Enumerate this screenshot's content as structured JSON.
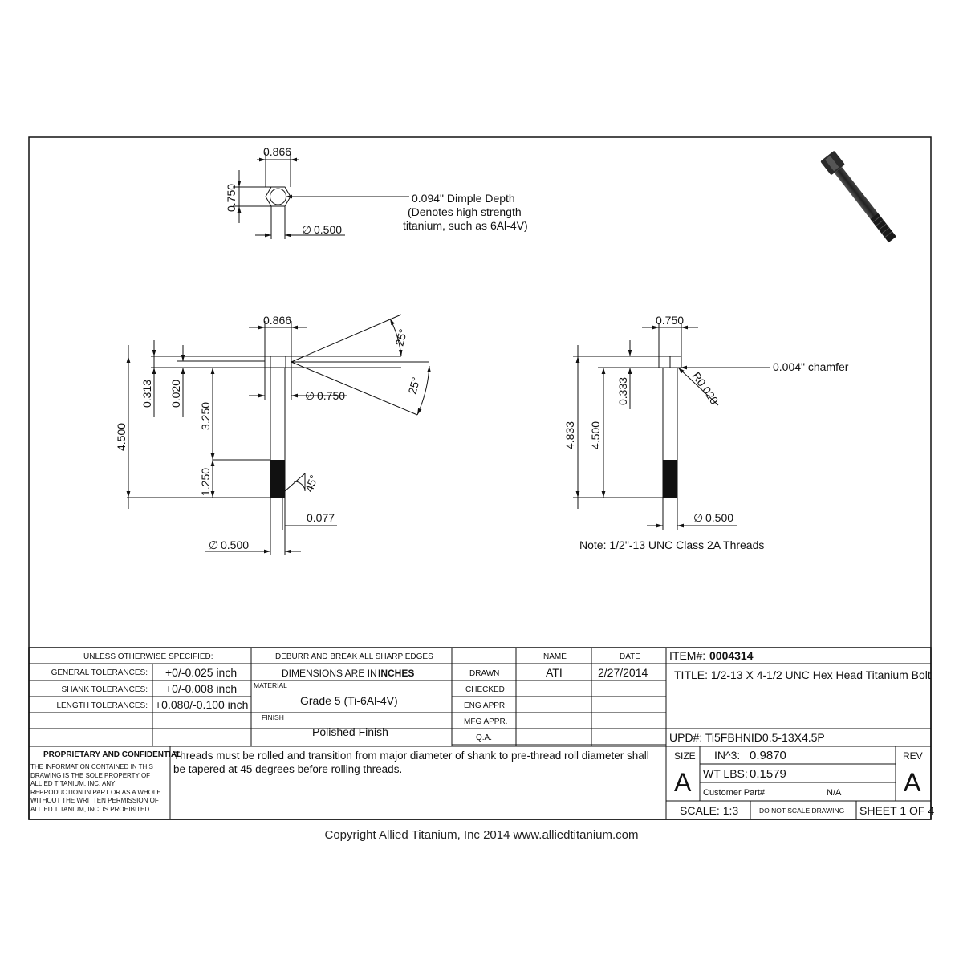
{
  "top_view": {
    "width_label": "0.866",
    "height_label": "0.750",
    "dia_label": "0.500",
    "note_line1": "0.094\" Dimple Depth",
    "note_line2": "(Denotes high strength",
    "note_line3": "titanium, such as 6Al-4V)"
  },
  "front_view": {
    "head_width": "0.866",
    "angle_top": "25°",
    "angle_bottom": "25°",
    "shank_dia": "0.750",
    "overall_length": "4.500",
    "head_height": "0.313",
    "offset": "0.020",
    "shank_length": "3.250",
    "thread_length": "1.250",
    "chamfer_angle": "45°",
    "chamfer_len": "0.077",
    "thread_dia": "0.500"
  },
  "side_view": {
    "head_width": "0.750",
    "chamfer_note": "0.004\" chamfer",
    "radius": "R0.020",
    "total_length": "4.833",
    "length": "4.500",
    "head_height": "0.333",
    "thread_dia": "0.500",
    "thread_note": "Note: 1/2\"-13 UNC Class 2A Threads"
  },
  "dia_symbol": "∅",
  "title_block": {
    "unless_specified": "UNLESS OTHERWISE SPECIFIED:",
    "deburr": "DEBURR AND BREAK ALL SHARP EDGES",
    "name_header": "NAME",
    "date_header": "DATE",
    "item_label": "ITEM#:",
    "item_value": "0004314",
    "general_tol_label": "GENERAL TOLERANCES:",
    "general_tol_value": "+0/-0.025 inch",
    "shank_tol_label": "SHANK TOLERANCES:",
    "shank_tol_value": "+0/-0.008 inch",
    "length_tol_label": "LENGTH TOLERANCES:",
    "length_tol_value": "+0.080/-0.100 inch",
    "dimensions_note_prefix": "DIMENSIONS ARE IN",
    "dimensions_note_unit": "INCHES",
    "material_label": "MATERIAL",
    "material_value": "Grade 5 (Ti-6Al-4V)",
    "finish_label": "FINISH",
    "finish_value": "Polished Finish",
    "drawn_label": "DRAWN",
    "drawn_name": "ATI",
    "drawn_date": "2/27/2014",
    "checked_label": "CHECKED",
    "eng_label": "ENG APPR.",
    "mfg_label": "MFG APPR.",
    "qa_label": "Q.A.",
    "title": "TITLE: 1/2-13 X 4-1/2 UNC Hex Head Titanium Bolt",
    "upd": "UPD#: Ti5FBHNID0.5-13X4.5P",
    "proprietary_title": "PROPRIETARY AND CONFIDENTIAL",
    "proprietary_body": "The information contained in this drawing is the sole property of Allied Titanium, Inc. Any reproduction in part or as a whole without the written permission of Allied Titanium, Inc. is prohibited.",
    "notes": "Threads must be rolled and transition from major diameter of shank to pre-thread roll diameter shall be tapered at 45 degrees before rolling threads.",
    "size_label": "SIZE",
    "size_value": "A",
    "in3_label": "IN^3:",
    "in3_value": "0.9870",
    "wt_label": "WT LBS:",
    "wt_value": "0.1579",
    "customer_label": "Customer Part#",
    "customer_value": "N/A",
    "rev_label": "REV",
    "rev_value": "A",
    "scale": "SCALE: 1:3",
    "do_not_scale": "DO NOT SCALE DRAWING",
    "sheet": "SHEET 1 OF 4"
  },
  "copyright": "Copyright Allied Titanium, Inc 2014 www.alliedtitanium.com"
}
